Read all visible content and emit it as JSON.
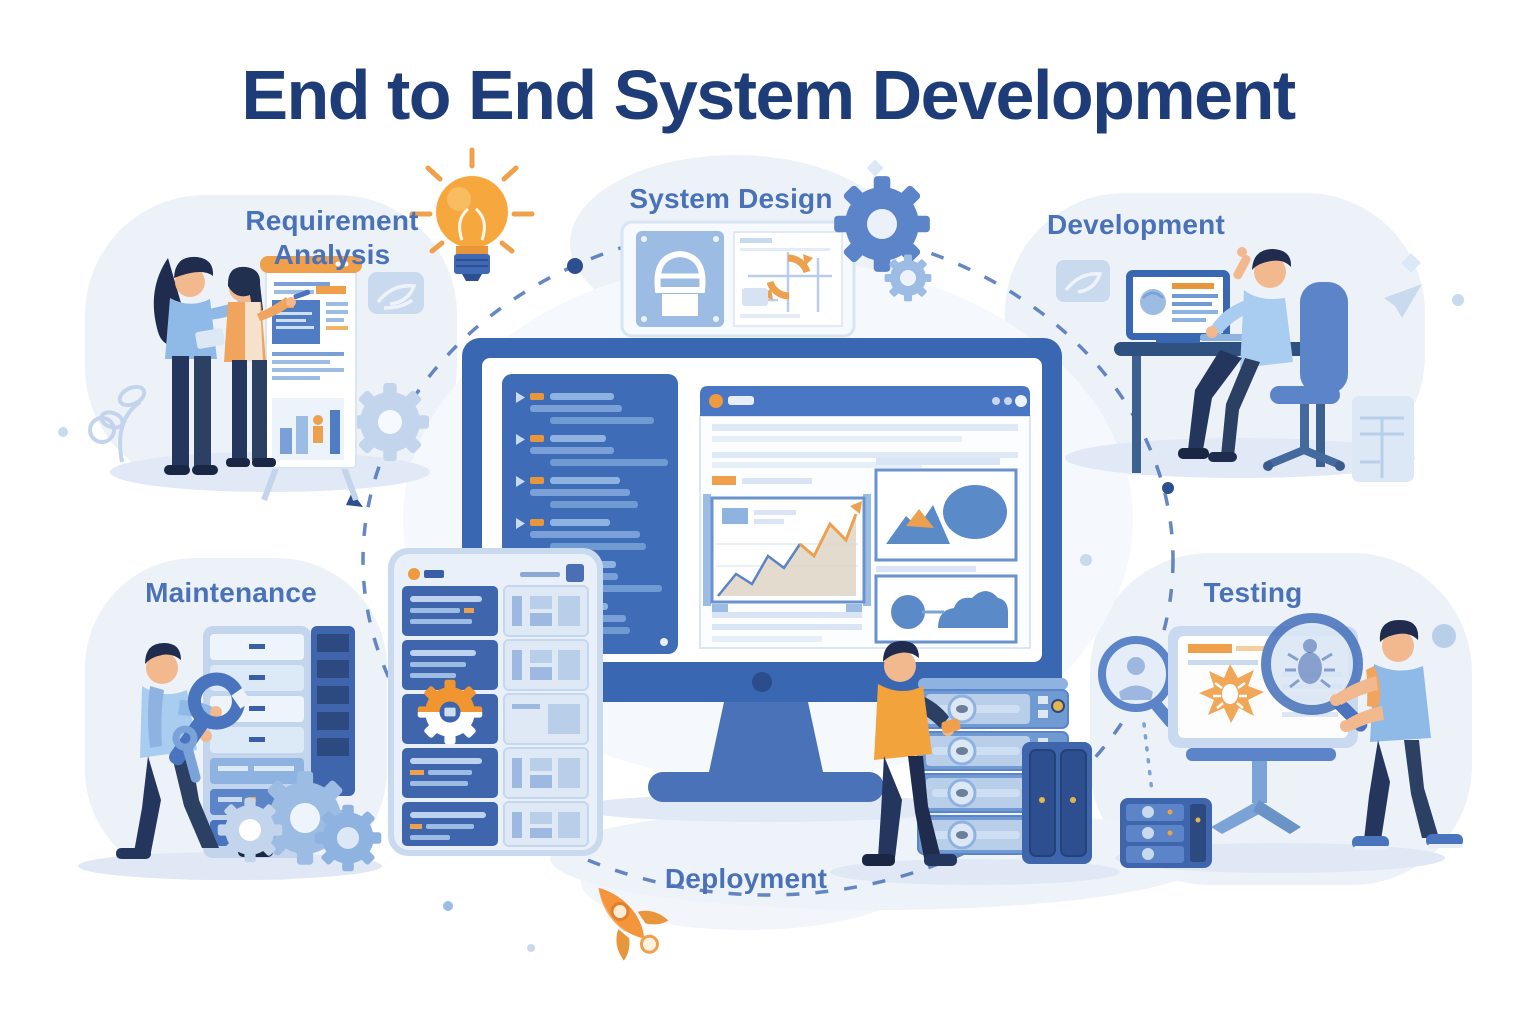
{
  "title": "End to End System Development",
  "stages": [
    {
      "id": "requirement-analysis",
      "label": "Requirement Analysis"
    },
    {
      "id": "system-design",
      "label": "System Design"
    },
    {
      "id": "development",
      "label": "Development"
    },
    {
      "id": "testing",
      "label": "Testing"
    },
    {
      "id": "deployment",
      "label": "Deployment"
    },
    {
      "id": "maintenance",
      "label": "Maintenance"
    }
  ],
  "icons": [
    "lightbulb-icon",
    "gear-icon",
    "rocket-icon",
    "magnifying-glass-icon",
    "bug-icon",
    "wrench-icon",
    "monitor-icon",
    "server-rack-icon",
    "whiteboard-icon",
    "line-chart-icon"
  ],
  "colors": {
    "title_text": "#1e3c78",
    "label_text": "#4a72b8",
    "primary_blue": "#3a67b2",
    "mid_blue": "#5b85c8",
    "light_blue": "#9dbce4",
    "cloud_background": "#edf2f9",
    "accent_orange": "#f09a3c",
    "background": "#ffffff"
  }
}
